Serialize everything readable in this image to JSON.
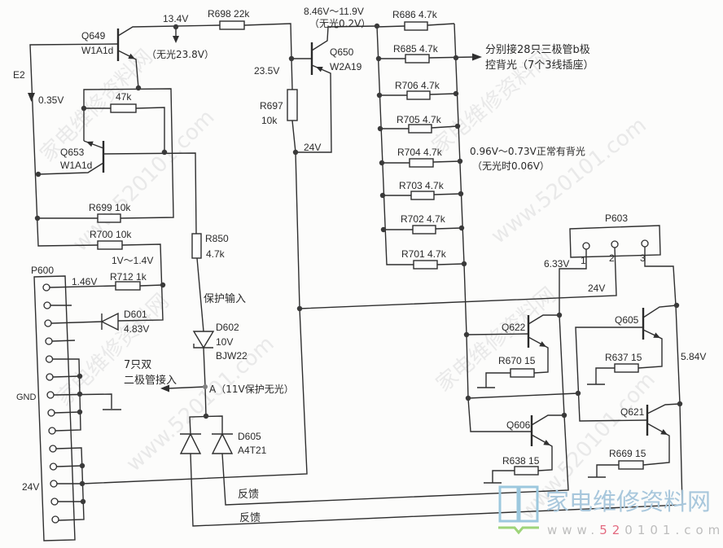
{
  "schematic": {
    "transistors": {
      "q649": {
        "ref": "Q649",
        "model": "W1A1d"
      },
      "q653": {
        "ref": "Q653",
        "model": "W1A1d"
      },
      "q650": {
        "ref": "Q650",
        "model": "W2A19"
      },
      "q622": {
        "ref": "Q622"
      },
      "q605": {
        "ref": "Q605"
      },
      "q606": {
        "ref": "Q606"
      },
      "q621": {
        "ref": "Q621"
      }
    },
    "resistors": {
      "r698": "R698 22k",
      "r697_ref": "R697",
      "r697_value": "10k",
      "r_47k": "47k",
      "r699": "R699 10k",
      "r700": "R700 10k",
      "r712": "R712 1k",
      "r850_ref": "R850",
      "r850_value": "4.7k",
      "ladder": [
        "R686 4.7k",
        "R685 4.7k",
        "R706 4.7k",
        "R705 4.7k",
        "R704 4.7k",
        "R703 4.7k",
        "R702 4.7k",
        "R701 4.7k"
      ],
      "r670": "R670 15",
      "r637": "R637 15",
      "r638": "R638 15",
      "r669": "R669 15"
    },
    "diodes": {
      "d601": {
        "ref": "D601",
        "voltage": "4.83V"
      },
      "d602": {
        "ref": "D602",
        "voltage": "10V",
        "model": "BJW22"
      },
      "d605": {
        "ref": "D605",
        "model": "A4T21"
      }
    },
    "connectors": {
      "p600": {
        "ref": "P600",
        "pin_count": 14,
        "pin1_voltage": "1.46V",
        "gnd_label": "GND",
        "v24_label": "24V"
      },
      "p603": {
        "ref": "P603",
        "pins": [
          "1",
          "2",
          "3"
        ],
        "pin1_voltage": "6.33V",
        "pin2_voltage": "24V",
        "pin3_voltage": "5.84V"
      }
    },
    "annotations": {
      "q649_collector_voltage": "13.4V",
      "q649_no_light": "（无光23.8V）",
      "e2": "E2",
      "e2_voltage": "0.35V",
      "q650_collector_voltage": "8.46V～11.9V",
      "q650_no_light": "（无光0.2V）",
      "q650_base_voltage": "23.5V",
      "q650_emitter_voltage": "24V",
      "r700_voltage": "1V～1.4V",
      "protect_input": "保护输入",
      "dual_diode_note_1": "7只双",
      "dual_diode_note_2": "二极管接入",
      "node_a": "A（11V保护无光）",
      "feedback_upper": "反馈",
      "feedback_lower": "反馈",
      "ladder_out_1": "分别接28只三极管b极",
      "ladder_out_2": "控背光（7个3线插座）",
      "backlight_normal": "0.96V～0.73V正常有背光",
      "backlight_off": "（无光时0.06V）"
    }
  },
  "watermark": {
    "site_name": "家电维修资料网",
    "url_prefix": "www.",
    "url_highlight": "52",
    "url_suffix": "0101.com",
    "diagonal_name": "家电维修资料网",
    "diagonal_url": "www.520101.com"
  },
  "colors": {
    "wire": "#2f2f2f",
    "logo_blue": "#a8c7dc",
    "logo_green": "#9ed47a",
    "logo_red": "#e36a80"
  }
}
